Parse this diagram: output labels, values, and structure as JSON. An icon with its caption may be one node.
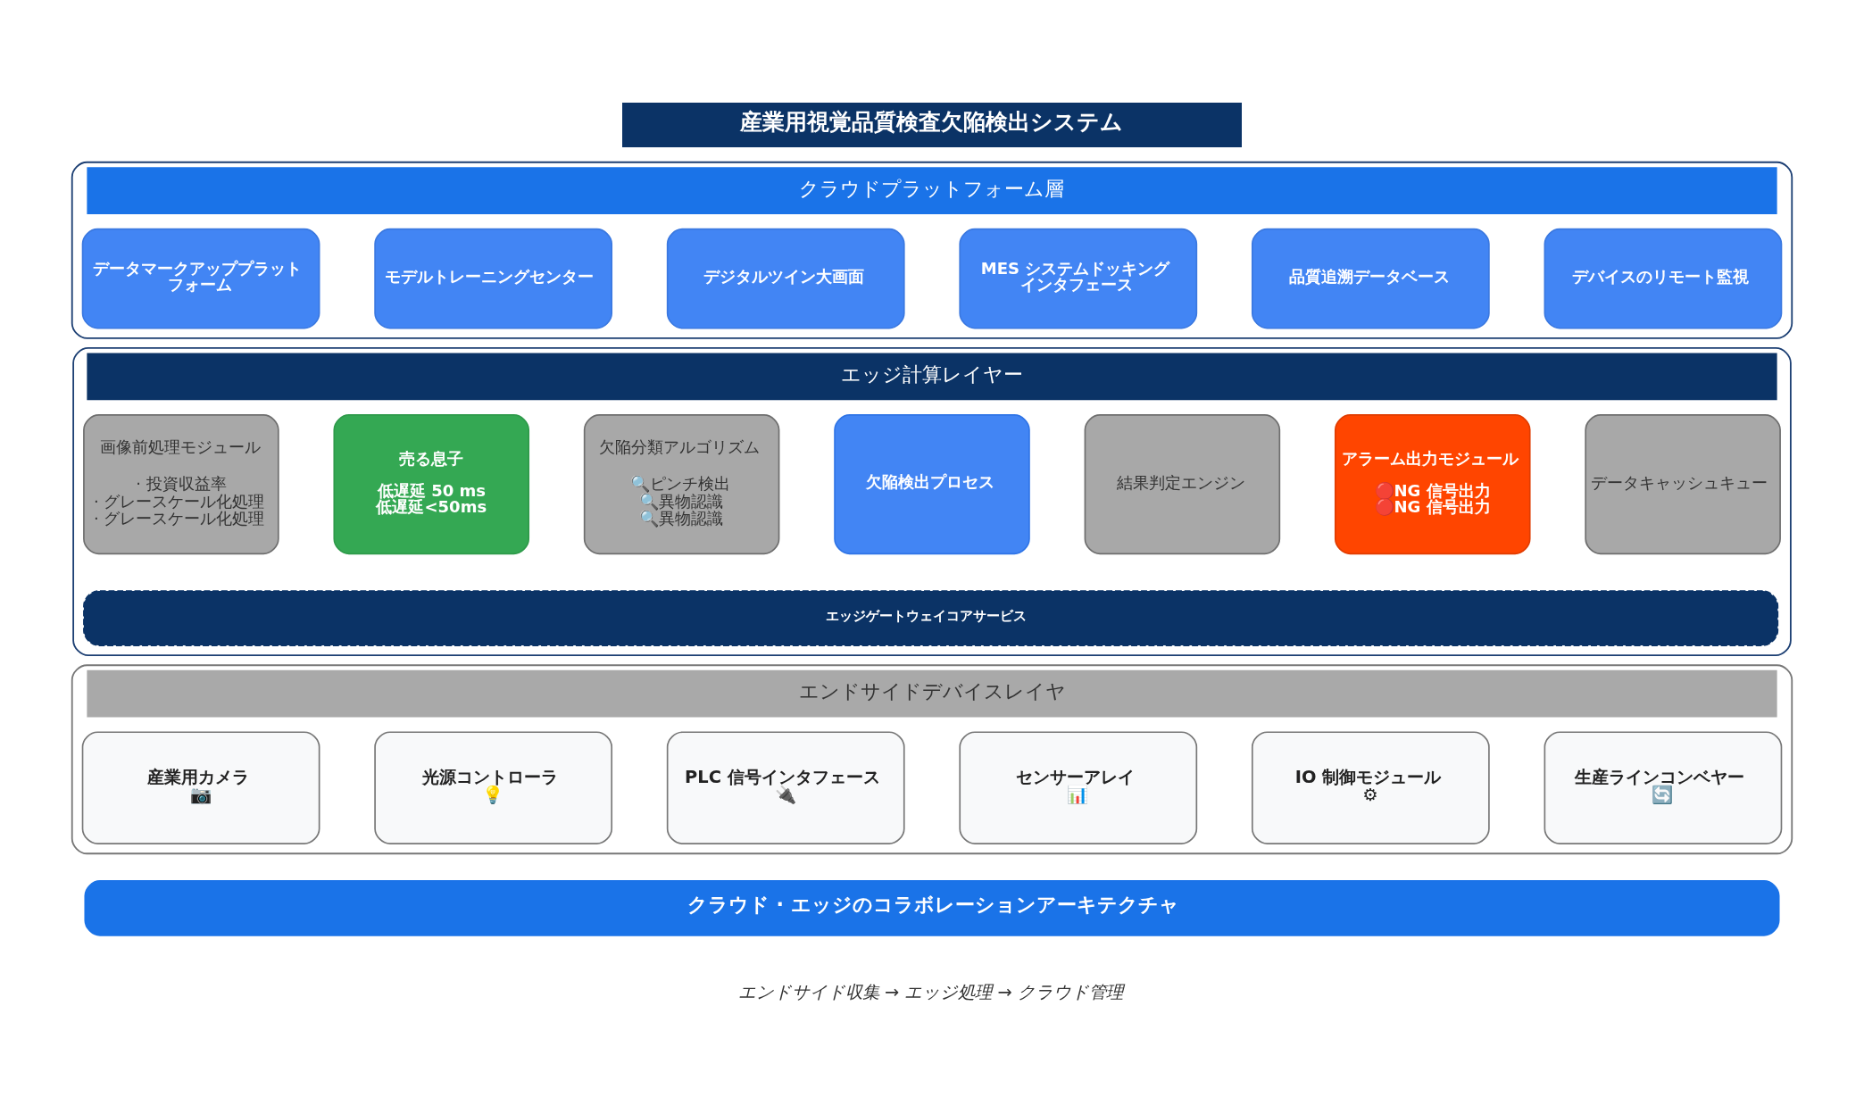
{
  "diagram": {
    "title": "産業用視覚品質検査欠陥検出システム",
    "caption": "エンドサイド収集 → エッジ処理 → クラウド管理",
    "nodes": [
      {
        "text": [
          "クラウドプラットフォーム層"
        ]
      },
      {
        "text": [
          "データマークアッププラットフォーム"
        ],
        "in": 0
      },
      {
        "text": [
          "モデルトレーニングセンター"
        ],
        "in": 0
      },
      {
        "text": [
          "デジタルツイン大画面"
        ],
        "in": 0
      },
      {
        "text": [
          "MES システムドッキングインタフェース"
        ],
        "in": 0
      },
      {
        "text": [
          "品質追溯データベース"
        ],
        "in": 0
      },
      {
        "text": [
          "デバイスのリモート監視"
        ],
        "in": 0
      },
      {
        "text": [
          "エッジ計算レイヤー"
        ]
      },
      {
        "text": [
          "画像前処理モジュール",
          "· 投資収益率",
          "· グレースケール化処理",
          "· グレースケール化処理"
        ],
        "in": 7
      },
      {
        "text": [
          "売る息子",
          "低遅延 50 ms",
          "低遅延<50ms"
        ],
        "in": 7
      },
      {
        "text": [
          "欠陥分類アルゴリズム",
          "🔍ピンチ検出",
          "🔍異物認識",
          "🔍異物認識"
        ],
        "in": 7
      },
      {
        "text": [
          "欠陥検出プロセス"
        ],
        "in": 7
      },
      {
        "text": [
          "結果判定エンジン"
        ],
        "in": 7
      },
      {
        "text": [
          "アラーム出力モジュール",
          "🔴NG 信号出力",
          "🔴NG 信号出力"
        ],
        "in": 7
      },
      {
        "text": [
          "データキャッシュキュー"
        ],
        "in": 7
      },
      {
        "text": [
          "エッジゲートウェイコアサービス"
        ],
        "in": 7
      },
      {
        "text": [
          "エンドサイドデバイスレイヤ"
        ]
      },
      {
        "text": [
          "産業用カメラ",
          "📷"
        ],
        "in": 16
      },
      {
        "text": [
          "光源コントローラ",
          "💡"
        ],
        "in": 16
      },
      {
        "text": [
          "PLC 信号インタフェース",
          "🔌"
        ],
        "in": 16
      },
      {
        "text": [
          "センサーアレイ",
          "📊"
        ],
        "in": 16
      },
      {
        "text": [
          "IO 制御モジュール",
          "⚙"
        ],
        "in": 16
      },
      {
        "text": [
          "生産ラインコンベヤー",
          "🔄"
        ],
        "in": 16
      },
      {
        "text": [
          "クラウド · エッジのコラボレーションアーキテクチャ"
        ]
      }
    ]
  }
}
